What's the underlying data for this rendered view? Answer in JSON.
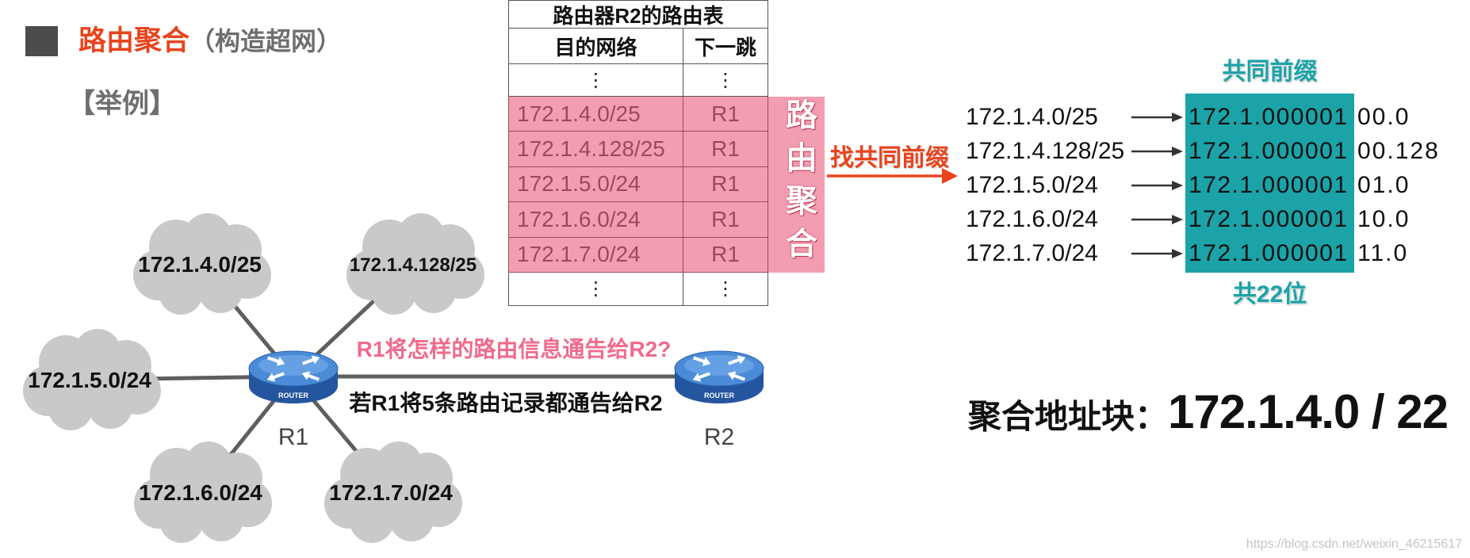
{
  "colors": {
    "title_red": "#e8441c",
    "subtitle_gray": "#6e6e6e",
    "teal": "#1ba3a8",
    "highlight_pink": "#e83e62",
    "question_pink": "#ef6b8c",
    "cloud_gray": "#c9c9c9",
    "router_blue": "#4a8ad6"
  },
  "slide": {
    "title": "路由聚合",
    "title_suffix": "（构造超网）",
    "example_label": "【举例】"
  },
  "routing_table": {
    "caption": "路由器R2的路由表",
    "headers": [
      "目的网络",
      "下一跳"
    ],
    "ellipsis": "⋮",
    "routes": [
      {
        "destination": "172.1.4.0/25",
        "next_hop": "R1"
      },
      {
        "destination": "172.1.4.128/25",
        "next_hop": "R1"
      },
      {
        "destination": "172.1.5.0/24",
        "next_hop": "R1"
      },
      {
        "destination": "172.1.6.0/24",
        "next_hop": "R1"
      },
      {
        "destination": "172.1.7.0/24",
        "next_hop": "R1"
      }
    ],
    "highlight_label": "路由聚合"
  },
  "arrow_label": "找共同前缀",
  "prefix_analysis": {
    "top_label": "共同前缀",
    "bottom_label": "共22位",
    "rows": [
      {
        "address": "172.1.4.0/25",
        "common_prefix": "172.1.000001",
        "remainder": "00.0"
      },
      {
        "address": "172.1.4.128/25",
        "common_prefix": "172.1.000001",
        "remainder": "00.128"
      },
      {
        "address": "172.1.5.0/24",
        "common_prefix": "172.1.000001",
        "remainder": "01.0"
      },
      {
        "address": "172.1.6.0/24",
        "common_prefix": "172.1.000001",
        "remainder": "10.0"
      },
      {
        "address": "172.1.7.0/24",
        "common_prefix": "172.1.000001",
        "remainder": "11.0"
      }
    ]
  },
  "result": {
    "label": "聚合地址块：",
    "value": "172.1.4.0 / 22"
  },
  "network": {
    "clouds": [
      "172.1.4.0/25",
      "172.1.4.128/25",
      "172.1.5.0/24",
      "172.1.6.0/24",
      "172.1.7.0/24"
    ],
    "routers": [
      {
        "name": "R1",
        "badge": "ROUTER",
        "icon": "router-icon"
      },
      {
        "name": "R2",
        "badge": "ROUTER",
        "icon": "router-icon"
      }
    ],
    "question": "R1将怎样的路由信息通告给R2?",
    "statement": "若R1将5条路由记录都通告给R2"
  },
  "watermark": "https://blog.csdn.net/weixin_46215617"
}
